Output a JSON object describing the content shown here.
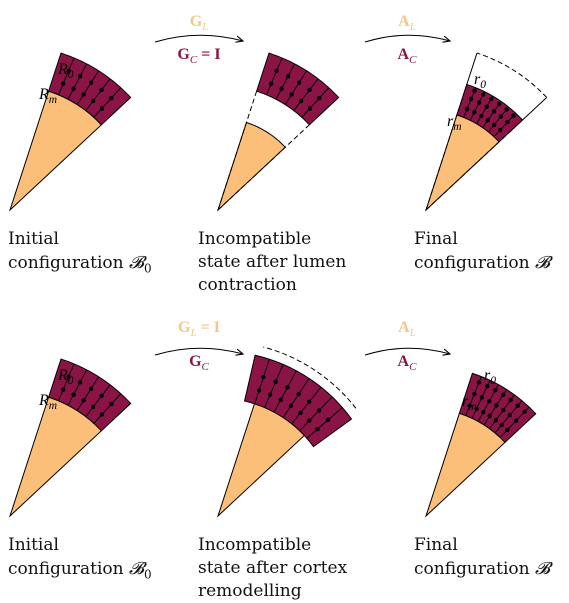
{
  "colors": {
    "lumen": "#FBBF79",
    "cortex": "#8B1446",
    "growth_label_top": "#F6C58A",
    "growth_label_bottom": "#8B1446",
    "line": "#000000"
  },
  "labels": {
    "R0": "R",
    "R0_sub": "0",
    "Rm": "R",
    "Rm_sub": "m",
    "r0": "r",
    "r0_sub": "0",
    "rm": "r",
    "rm_sub": "m"
  },
  "row1": {
    "arrow1_top": "G",
    "arrow1_top_sub": "L",
    "arrow1_bottom": "G",
    "arrow1_bottom_sub": "C",
    "arrow1_bottom_rhs": " = I",
    "arrow2_top": "A",
    "arrow2_top_sub": "L",
    "arrow2_bottom": "A",
    "arrow2_bottom_sub": "C",
    "caption1_line1": "Initial",
    "caption1_line2": "configuration ",
    "caption1_sym": "𝓑",
    "caption1_sub": "0",
    "caption2_line1": "Incompatible",
    "caption2_line2": "state after lumen",
    "caption2_line3": "contraction",
    "caption3_line1": "Final",
    "caption3_line2": "configuration ",
    "caption3_sym": "𝓑"
  },
  "row2": {
    "arrow1_top": "G",
    "arrow1_top_sub": "L",
    "arrow1_top_rhs": " = I",
    "arrow1_bottom": "G",
    "arrow1_bottom_sub": "C",
    "arrow2_top": "A",
    "arrow2_top_sub": "L",
    "arrow2_bottom": "A",
    "arrow2_bottom_sub": "C",
    "caption1_line1": "Initial",
    "caption1_line2": "configuration ",
    "caption1_sym": "𝓑",
    "caption1_sub": "0",
    "caption2_line1": "Incompatible",
    "caption2_line2": "state after cortex",
    "caption2_line3": "remodelling",
    "caption3_line1": "Final",
    "caption3_line2": "configuration ",
    "caption3_sym": "𝓑"
  }
}
